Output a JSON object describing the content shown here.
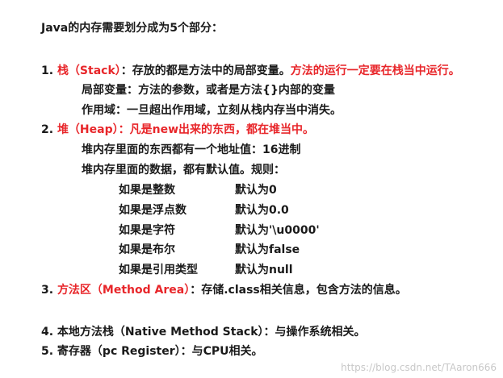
{
  "heading": "Java的内存需要划分成为5个部分：",
  "sections": {
    "stack": {
      "prefix": "1. ",
      "title": "栈（Stack）",
      "desc": "：存放的都是方法中的局部变量。",
      "note": "方法的运行一定要在栈当中运行。",
      "details": [
        "局部变量：方法的参数，或者是方法{}内部的变量",
        "作用域：一旦超出作用域，立刻从栈内存当中消失。"
      ]
    },
    "heap": {
      "prefix": "2. ",
      "title": "堆（Heap）",
      "note": "：凡是new出来的东西，都在堆当中。",
      "details": [
        "堆内存里面的东西都有一个地址值：16进制",
        "堆内存里面的数据，都有默认值。规则："
      ],
      "defaults": [
        {
          "type": "如果是整数",
          "value": "默认为0"
        },
        {
          "type": "如果是浮点数",
          "value": "默认为0.0"
        },
        {
          "type": "如果是字符",
          "value": "默认为'\\u0000'"
        },
        {
          "type": "如果是布尔",
          "value": "默认为false"
        },
        {
          "type": "如果是引用类型",
          "value": "默认为null"
        }
      ]
    },
    "method_area": {
      "prefix": "3. ",
      "title": "方法区（Method Area）",
      "desc": "：存储.class相关信息，包含方法的信息。"
    },
    "native_stack": {
      "text": "4. 本地方法栈（Native Method Stack）：与操作系统相关。"
    },
    "register": {
      "text": "5. 寄存器（pc Register）：与CPU相关。"
    }
  },
  "watermark": "https://blog.csdn.net/TAaron666",
  "colors": {
    "text": "#1a1a1a",
    "highlight": "#e8262a",
    "watermark": "#c8c8c8"
  }
}
